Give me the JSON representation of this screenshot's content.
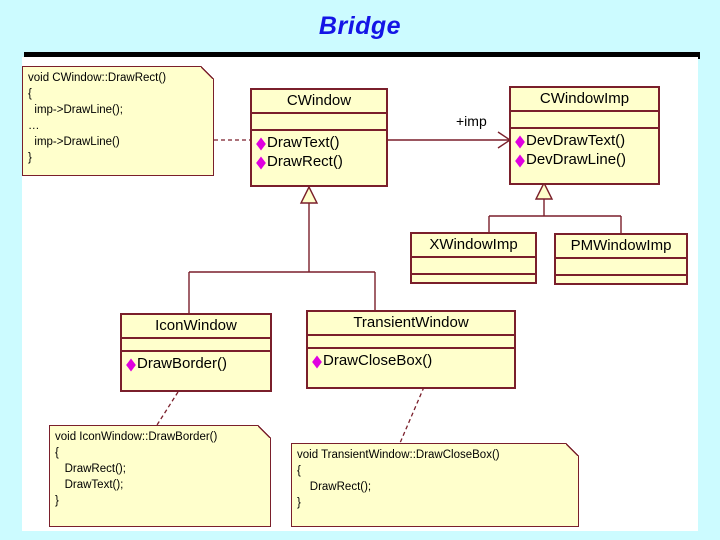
{
  "slide": {
    "title": "Bridge",
    "title_color": "#1414e6",
    "background_color": "#ccfbff",
    "canvas_color": "#ffffff",
    "bar_color": "#000000"
  },
  "palette": {
    "class_fill": "#ffffcc",
    "class_border": "#7a1f2b",
    "method_bullet": "#e000e0",
    "text": "#000000"
  },
  "classes": {
    "cwindow": {
      "name": "CWindow",
      "methods": [
        "DrawText()",
        "DrawRect()"
      ]
    },
    "cwindowimp": {
      "name": "CWindowImp",
      "methods": [
        "DevDrawText()",
        "DevDrawLine()"
      ]
    },
    "xwindowimp": {
      "name": "XWindowImp",
      "methods": []
    },
    "pmwindowimp": {
      "name": "PMWindowImp",
      "methods": []
    },
    "iconwindow": {
      "name": "IconWindow",
      "methods": [
        "DrawBorder()"
      ]
    },
    "transientwindow": {
      "name": "TransientWindow",
      "methods": [
        "DrawCloseBox()"
      ]
    }
  },
  "association": {
    "imp_label": "+imp"
  },
  "notes": {
    "cwindow_drawrect": "void CWindow::DrawRect()\n{\n  imp->DrawLine();\n…\n  imp->DrawLine()\n}",
    "iconwindow_drawborder": "void IconWindow::DrawBorder()\n{\n   DrawRect();\n   DrawText();\n}",
    "transientwindow_drawclosebox": "void TransientWindow::DrawCloseBox()\n{\n    DrawRect();\n}"
  }
}
